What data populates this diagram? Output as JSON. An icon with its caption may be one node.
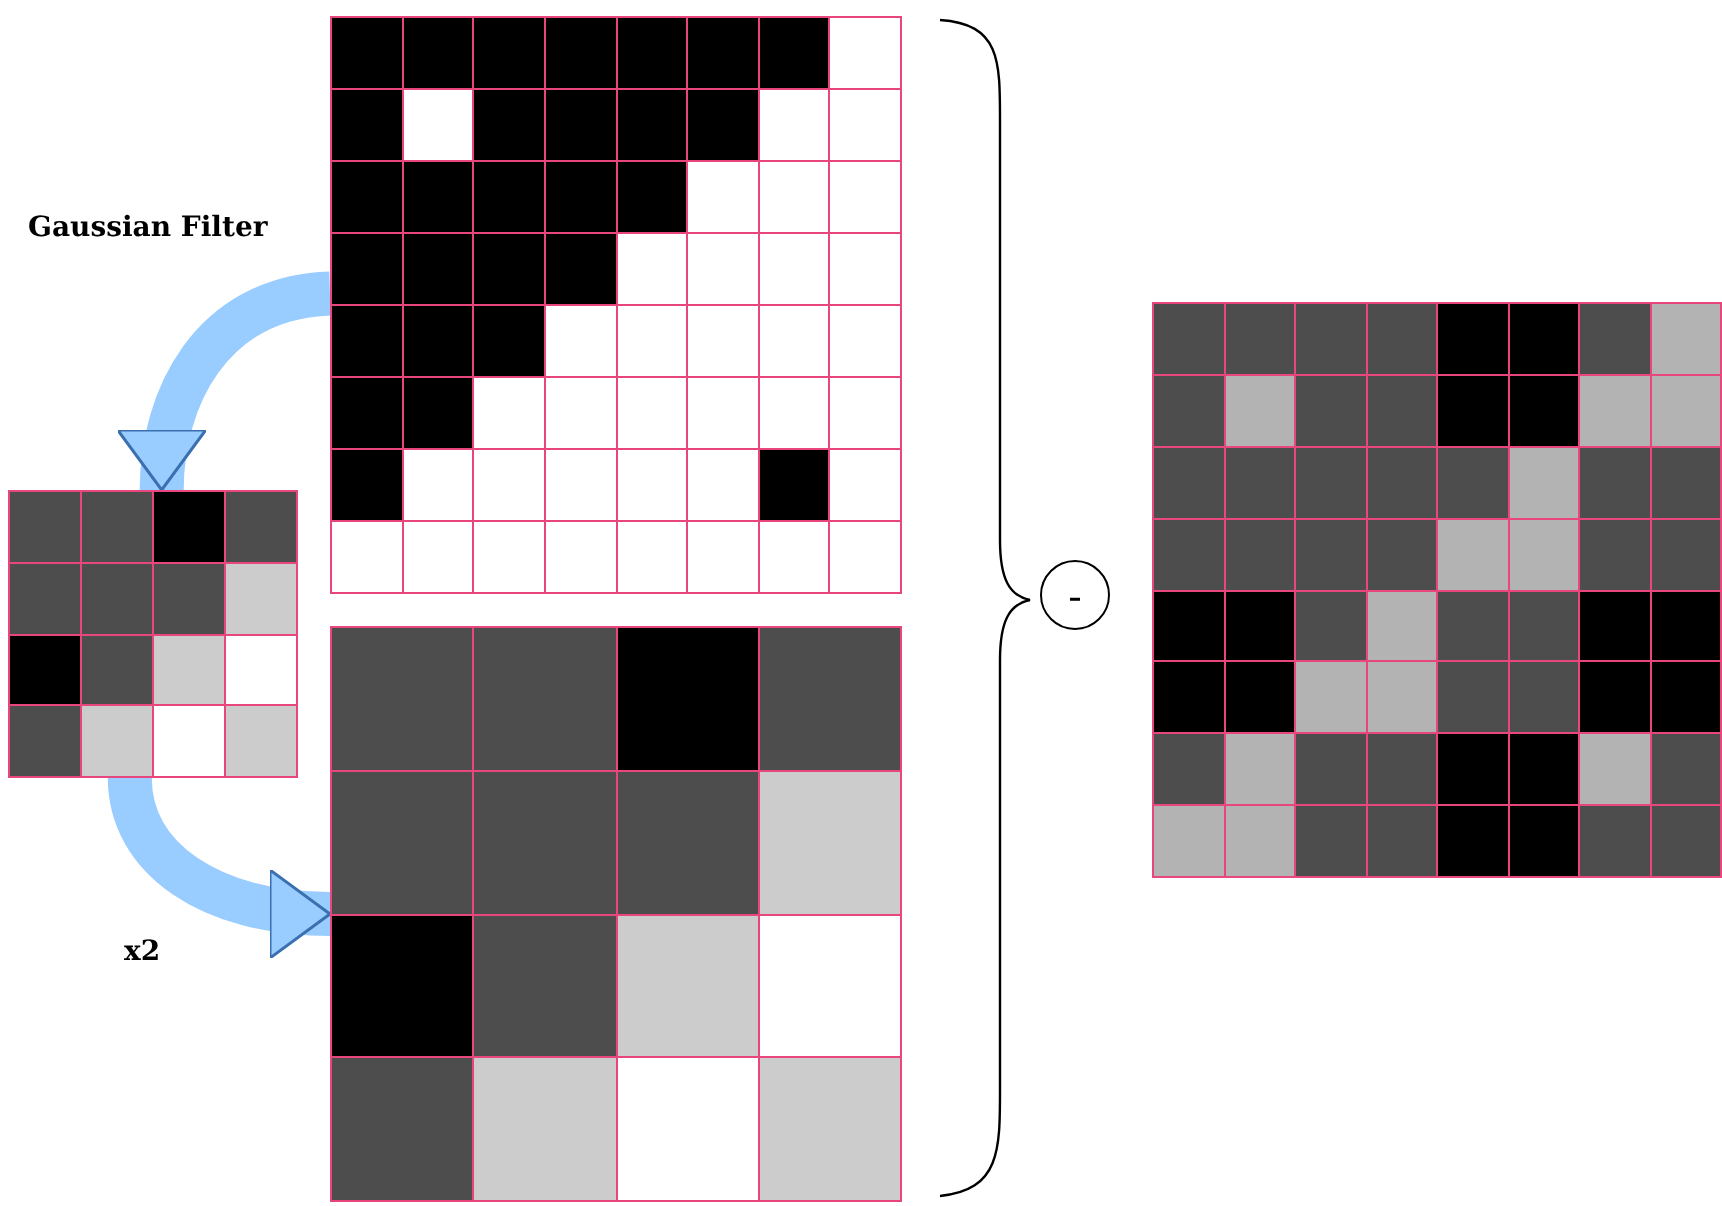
{
  "diagram": {
    "nodes": [
      {
        "text": [],
        "shape": "grid"
      },
      {
        "text": [],
        "shape": "grid"
      },
      {
        "text": [],
        "shape": "grid"
      },
      {
        "text": [
          "-"
        ]
      },
      {
        "text": [],
        "shape": "grid"
      }
    ],
    "edges": [
      {
        "from": 0,
        "to": 1,
        "arrow": "to",
        "label": "Gaussian Filter"
      },
      {
        "from": 1,
        "to": 2,
        "arrow": "to",
        "label": "x2"
      }
    ]
  }
}
